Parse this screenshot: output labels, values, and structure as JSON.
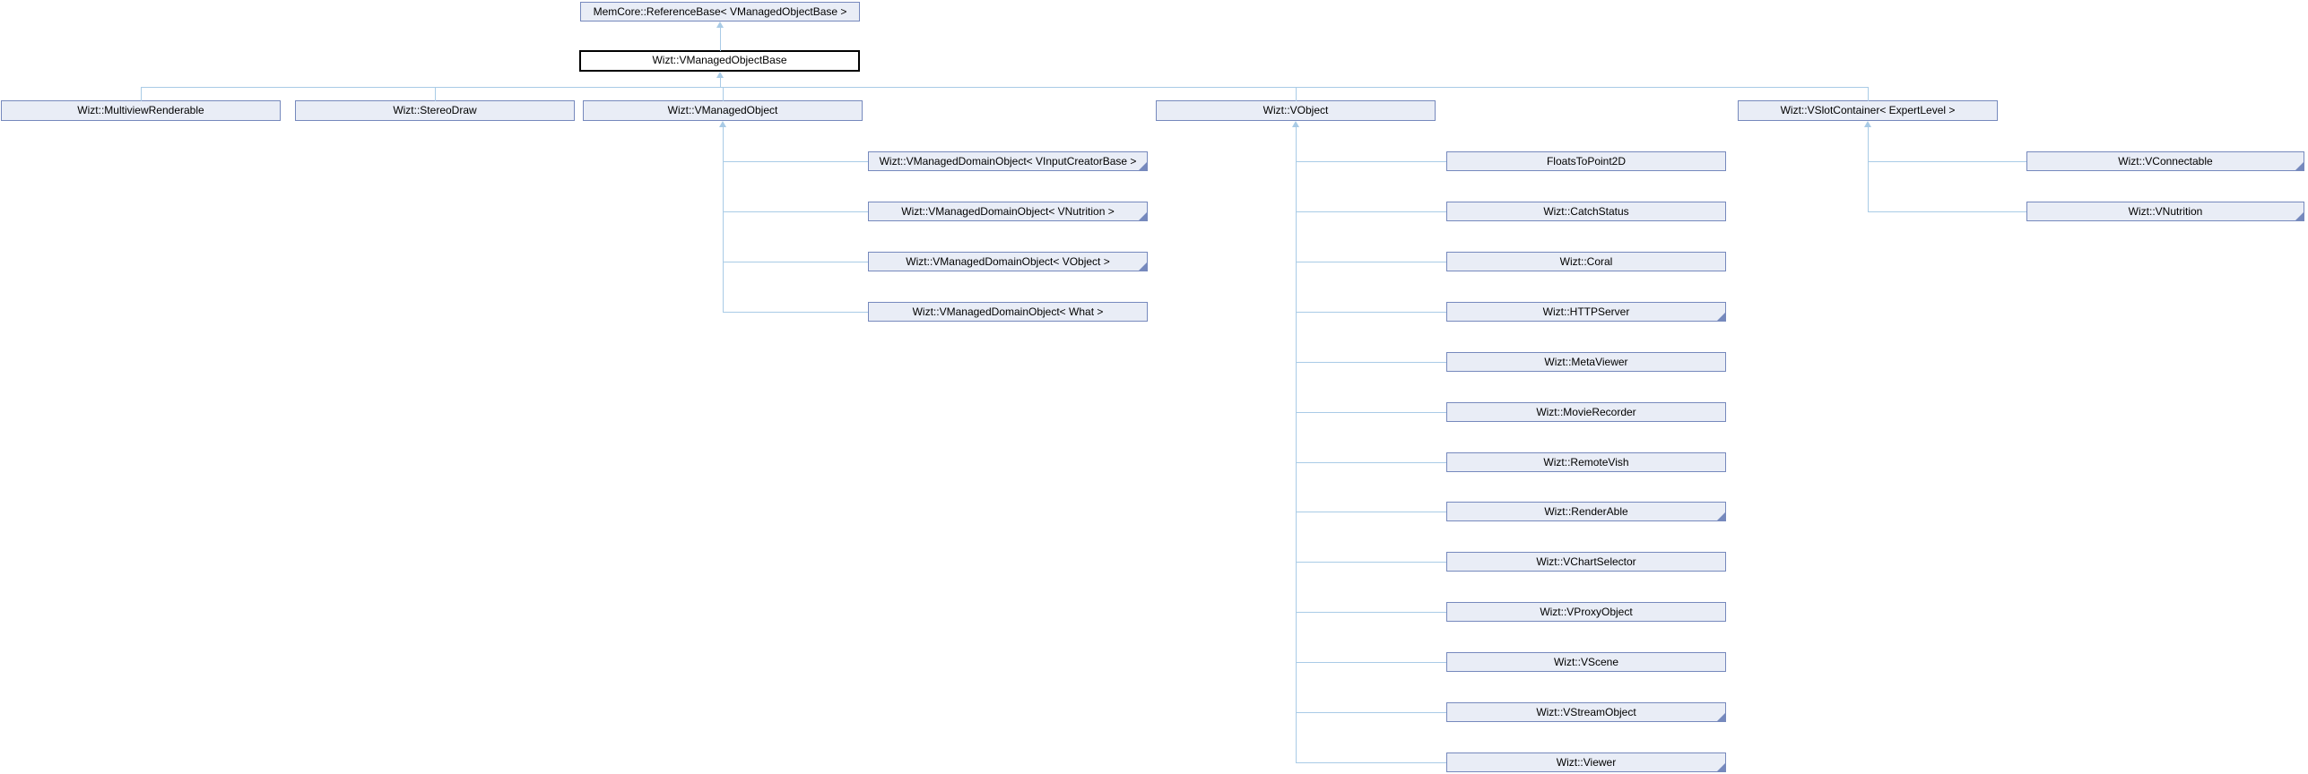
{
  "diagram": {
    "type": "class-inheritance-graph",
    "colors": {
      "background": "#ffffff",
      "node_fill": "#e9edf6",
      "node_border": "#7689bd",
      "current_fill": "#ffffff",
      "current_border": "#000000",
      "edge": "#a9cbe6",
      "text": "#000000"
    },
    "root": {
      "label": "MemCore::ReferenceBase< VManagedObjectBase >"
    },
    "current": {
      "label": "Wizt::VManagedObjectBase"
    },
    "derived": [
      {
        "label": "Wizt::MultiviewRenderable",
        "truncated": false,
        "children": []
      },
      {
        "label": "Wizt::StereoDraw",
        "truncated": false,
        "children": []
      },
      {
        "label": "Wizt::VManagedObject",
        "truncated": false,
        "children": [
          {
            "label": "Wizt::VManagedDomainObject< VInputCreatorBase >",
            "truncated": true
          },
          {
            "label": "Wizt::VManagedDomainObject< VNutrition >",
            "truncated": true
          },
          {
            "label": "Wizt::VManagedDomainObject< VObject >",
            "truncated": true
          },
          {
            "label": "Wizt::VManagedDomainObject< What >",
            "truncated": false
          }
        ]
      },
      {
        "label": "Wizt::VObject",
        "truncated": false,
        "children": [
          {
            "label": "FloatsToPoint2D",
            "truncated": false
          },
          {
            "label": "Wizt::CatchStatus",
            "truncated": false
          },
          {
            "label": "Wizt::Coral",
            "truncated": false
          },
          {
            "label": "Wizt::HTTPServer",
            "truncated": true
          },
          {
            "label": "Wizt::MetaViewer",
            "truncated": false
          },
          {
            "label": "Wizt::MovieRecorder",
            "truncated": false
          },
          {
            "label": "Wizt::RemoteVish",
            "truncated": false
          },
          {
            "label": "Wizt::RenderAble",
            "truncated": true
          },
          {
            "label": "Wizt::VChartSelector",
            "truncated": false
          },
          {
            "label": "Wizt::VProxyObject",
            "truncated": false
          },
          {
            "label": "Wizt::VScene",
            "truncated": false
          },
          {
            "label": "Wizt::VStreamObject",
            "truncated": true
          },
          {
            "label": "Wizt::Viewer",
            "truncated": true
          }
        ]
      },
      {
        "label": "Wizt::VSlotContainer< ExpertLevel >",
        "truncated": false,
        "children": [
          {
            "label": "Wizt::VConnectable",
            "truncated": true
          },
          {
            "label": "Wizt::VNutrition",
            "truncated": true
          }
        ]
      }
    ]
  }
}
